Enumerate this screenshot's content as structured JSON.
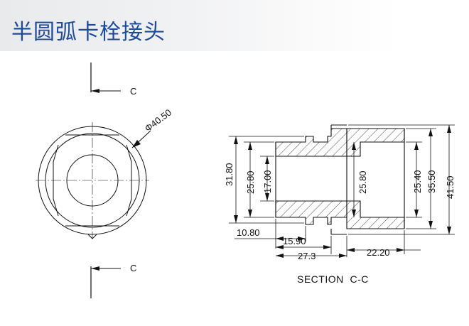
{
  "title": "半圆弧卡栓接头",
  "section_marker": "C",
  "diameter_label": "Φ40.50",
  "section_caption": "SECTION  C-C",
  "dimensions": {
    "d_31_80": "31.80",
    "d_25_80_left": "25.80",
    "d_17_00": "17.00",
    "d_25_80_right": "25.80",
    "d_25_40": "25.40",
    "d_35_50": "35.50",
    "d_41_50": "41.50",
    "d_10_80": "10.80",
    "d_15_90": "15.90",
    "d_27_3": "27.3",
    "d_22_20": "22.20"
  },
  "colors": {
    "title": "#1e4a9c",
    "line": "#111111",
    "hatch": "#333333"
  }
}
